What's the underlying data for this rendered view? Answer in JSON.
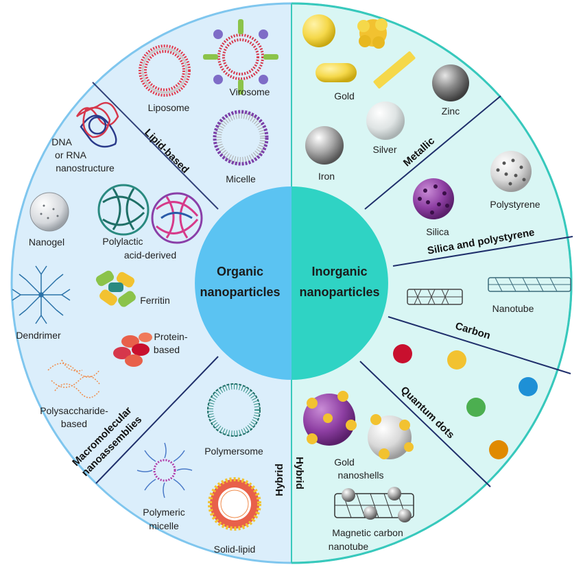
{
  "colors": {
    "organic_bg": "#dbeefb",
    "inorganic_bg": "#d9f6f4",
    "organic_ring": "#7fc6ee",
    "inorganic_ring": "#37c9bb",
    "organic_center": "#5bc3f2",
    "inorganic_center": "#2fd3c4",
    "divider": "#1f2f6b"
  },
  "center": {
    "organic_line1": "Organic",
    "organic_line2": "nanoparticles",
    "inorganic_line1": "Inorganic",
    "inorganic_line2": "nanoparticles"
  },
  "categories": {
    "lipid_based": "Lipid-based",
    "macromolecular_line1": "Macromolecular",
    "macromolecular_line2": "nanoassemblies",
    "hybrid_left": "Hybrid",
    "hybrid_right": "Hybrid",
    "metallic": "Metallic",
    "silica_polystyrene": "Silica and polystyrene",
    "carbon": "Carbon",
    "quantum_dots": "Quantum dots"
  },
  "labels": {
    "liposome": "Liposome",
    "virosome": "Virosome",
    "micelle": "Micelle",
    "dna_line1": "DNA",
    "dna_line2": "or RNA",
    "dna_line3": "nanostructure",
    "nanogel": "Nanogel",
    "polylactic_line1": "Polylactic",
    "polylactic_line2": "acid-derived",
    "dendrimer": "Dendrimer",
    "ferritin": "Ferritin",
    "protein_line1": "Protein-",
    "protein_line2": "based",
    "polysaccharide_line1": "Polysaccharide-",
    "polysaccharide_line2": "based",
    "polymersome": "Polymersome",
    "polymeric_line1": "Polymeric",
    "polymeric_line2": "micelle",
    "solid_lipid": "Solid-lipid",
    "gold": "Gold",
    "zinc": "Zinc",
    "silver": "Silver",
    "iron": "Iron",
    "silica": "Silica",
    "polystyrene": "Polystyrene",
    "nanotube": "Nanotube",
    "gold_nanoshells_line1": "Gold",
    "gold_nanoshells_line2": "nanoshells",
    "magnetic_line1": "Magnetic carbon",
    "magnetic_line2": "nanotube"
  },
  "icons": {
    "quantum_dot_colors": [
      "#c8102e",
      "#f2c230",
      "#4caf50",
      "#1e90d6",
      "#e08a00"
    ]
  }
}
